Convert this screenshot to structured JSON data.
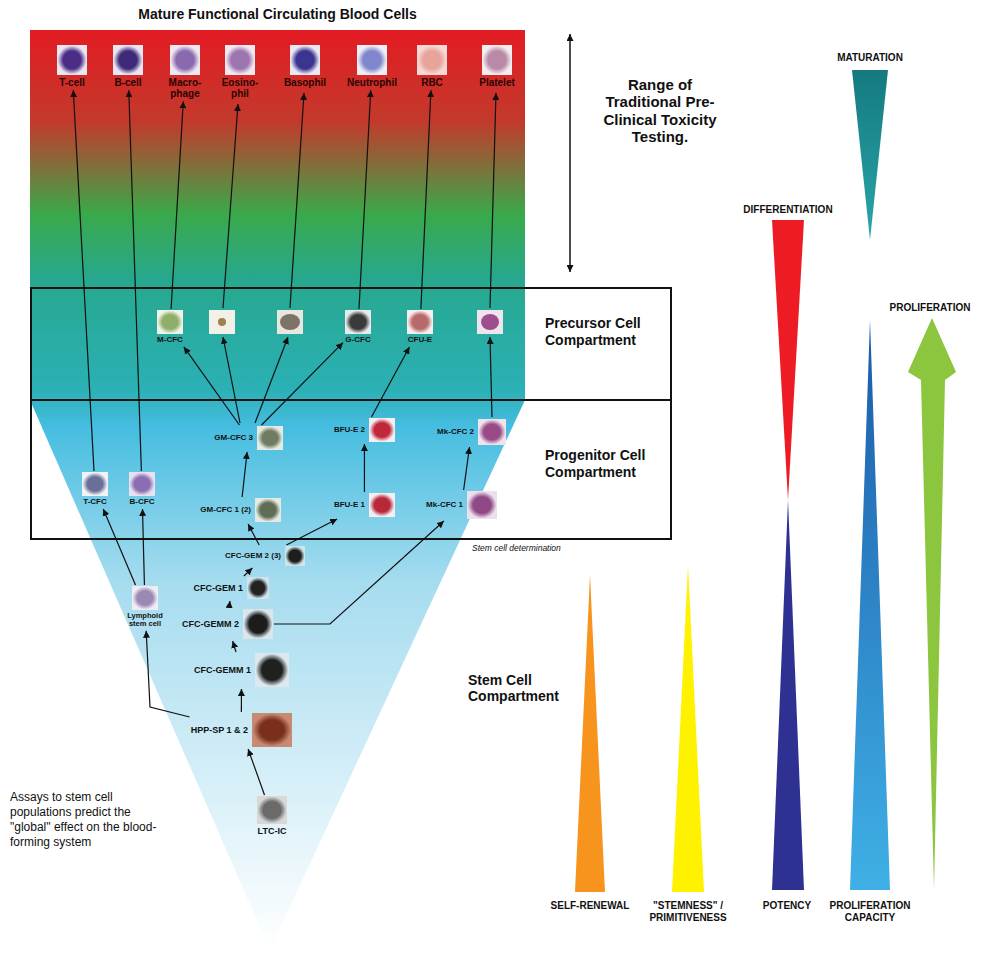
{
  "diagram": {
    "title": "Mature Functional Circulating Blood Cells",
    "nodes": [
      {
        "text": [
          "T-cell"
        ]
      },
      {
        "text": [
          "B-cell"
        ]
      },
      {
        "text": [
          "Macro- phage"
        ]
      },
      {
        "text": [
          "Eosino- phil"
        ]
      },
      {
        "text": [
          "Basophil"
        ]
      },
      {
        "text": [
          "Neutrophil"
        ]
      },
      {
        "text": [
          "RBC"
        ]
      },
      {
        "text": [
          "Platelet"
        ]
      },
      {
        "text": [
          "Precursor Cell Compartment"
        ]
      },
      {
        "text": [
          "M-CFC"
        ],
        "in": 8
      },
      {
        "text": [
          "G-CFC"
        ],
        "in": 8
      },
      {
        "text": [
          "CFU-E"
        ],
        "in": 8
      },
      {
        "text": [
          "Progenitor Cell Compartment"
        ]
      },
      {
        "text": [
          "T-CFC"
        ],
        "in": 12
      },
      {
        "text": [
          "B-CFC"
        ],
        "in": 12
      },
      {
        "text": [
          "GM-CFC 3"
        ],
        "in": 12
      },
      {
        "text": [
          "BFU-E 2"
        ],
        "in": 12
      },
      {
        "text": [
          "Mk-CFC 2"
        ],
        "in": 12
      },
      {
        "text": [
          "GM-CFC 1 (2)"
        ],
        "in": 12
      },
      {
        "text": [
          "BFU-E 1"
        ],
        "in": 12
      },
      {
        "text": [
          "Mk-CFC 1"
        ],
        "in": 12
      },
      {
        "text": [
          "CFC-GEM 2 (3)"
        ]
      },
      {
        "text": [
          "CFC-GEM 1"
        ]
      },
      {
        "text": [
          "Lymphoid stem cell"
        ]
      },
      {
        "text": [
          "CFC-GEMM 2"
        ]
      },
      {
        "text": [
          "CFC-GEMM 1"
        ]
      },
      {
        "text": [
          "HPP-SP 1 & 2"
        ]
      },
      {
        "text": [
          "LTC-IC"
        ]
      }
    ],
    "edges": [
      {
        "from": 27,
        "to": 26,
        "arrow": "to"
      },
      {
        "from": 26,
        "to": 25,
        "arrow": "to"
      },
      {
        "from": 26,
        "to": 23,
        "arrow": "to"
      },
      {
        "from": 25,
        "to": 24,
        "arrow": "to"
      },
      {
        "from": 24,
        "to": 22,
        "arrow": "to"
      },
      {
        "from": 24,
        "to": 20,
        "arrow": "to"
      },
      {
        "from": 22,
        "to": 21,
        "arrow": "to"
      },
      {
        "from": 21,
        "to": 18,
        "arrow": "to"
      },
      {
        "from": 21,
        "to": 19,
        "arrow": "to"
      },
      {
        "from": 18,
        "to": 15,
        "arrow": "to"
      },
      {
        "from": 19,
        "to": 16,
        "arrow": "to"
      },
      {
        "from": 20,
        "to": 17,
        "arrow": "to"
      },
      {
        "from": 23,
        "to": 13,
        "arrow": "to"
      },
      {
        "from": 23,
        "to": 14,
        "arrow": "to"
      },
      {
        "from": 13,
        "to": 0,
        "arrow": "to"
      },
      {
        "from": 14,
        "to": 1,
        "arrow": "to"
      },
      {
        "from": 15,
        "to": 9,
        "arrow": "to"
      },
      {
        "from": 15,
        "to": 10,
        "arrow": "to"
      },
      {
        "from": 16,
        "to": 11,
        "arrow": "to"
      },
      {
        "from": 9,
        "to": 2,
        "arrow": "to"
      },
      {
        "from": 10,
        "to": 5,
        "arrow": "to"
      },
      {
        "from": 11,
        "to": 6,
        "arrow": "to"
      }
    ],
    "labels": [
      "Range of Traditional Pre-Clinical Toxicity Testing.",
      "MATURATION",
      "DIFFERENTIATION",
      "PROLIFERATION",
      "Stem cell determination",
      "Stem Cell Compartment",
      "Assays to stem cell populations predict the \"global\" effect on the blood-forming system",
      "SELF-RENEWAL",
      "\"STEMNESS\" / PRIMITIVENESS",
      "POTENCY",
      "PROLIFERATION CAPACITY"
    ]
  }
}
